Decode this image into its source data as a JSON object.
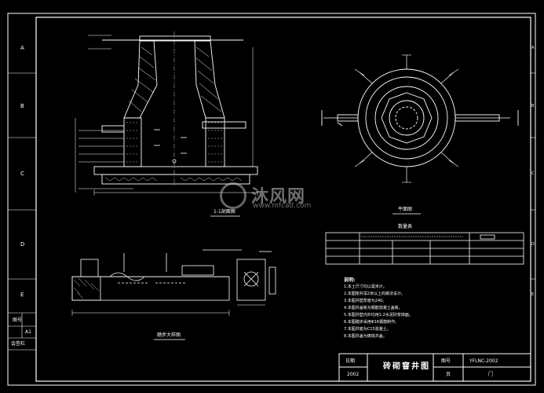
{
  "title_block": {
    "drawing_title": "砖砌窨井图",
    "project_label": "图号",
    "project_value": "YFLNC-2002",
    "date_label": "日期",
    "date_value": "2002",
    "sheet_label": "页",
    "sheet_value": "门"
  },
  "views": {
    "section_label": "1-1剖面图",
    "plan_label": "平面图",
    "detail_label": "踏步大样图",
    "table_label": "数量表"
  },
  "notes": {
    "heading": "说明:",
    "items": [
      "1.本土尺寸均以毫米计。",
      "2.本图按井深2米以上的做法设计。",
      "3.本图井壁厚度为240。",
      "4.本图井盖板为钢筋混凝土盖板。",
      "5.本图井壁内外均用1:2水泥砂浆抹面。",
      "6.本图踏步采用Φ16钢筋制作。",
      "7.本图井底为C15混凝土。",
      "8.本图井盖为铸铁井盖。"
    ]
  },
  "left_table": {
    "row1": "图号",
    "row2": "A1",
    "row3": "会签栏"
  },
  "border_zones": {
    "left": [
      "A",
      "B",
      "C",
      "D",
      "E"
    ],
    "right": [
      "A",
      "B",
      "C",
      "D",
      "E"
    ]
  },
  "watermark": {
    "text": "沐风网",
    "url": "www.mfcad.com"
  }
}
